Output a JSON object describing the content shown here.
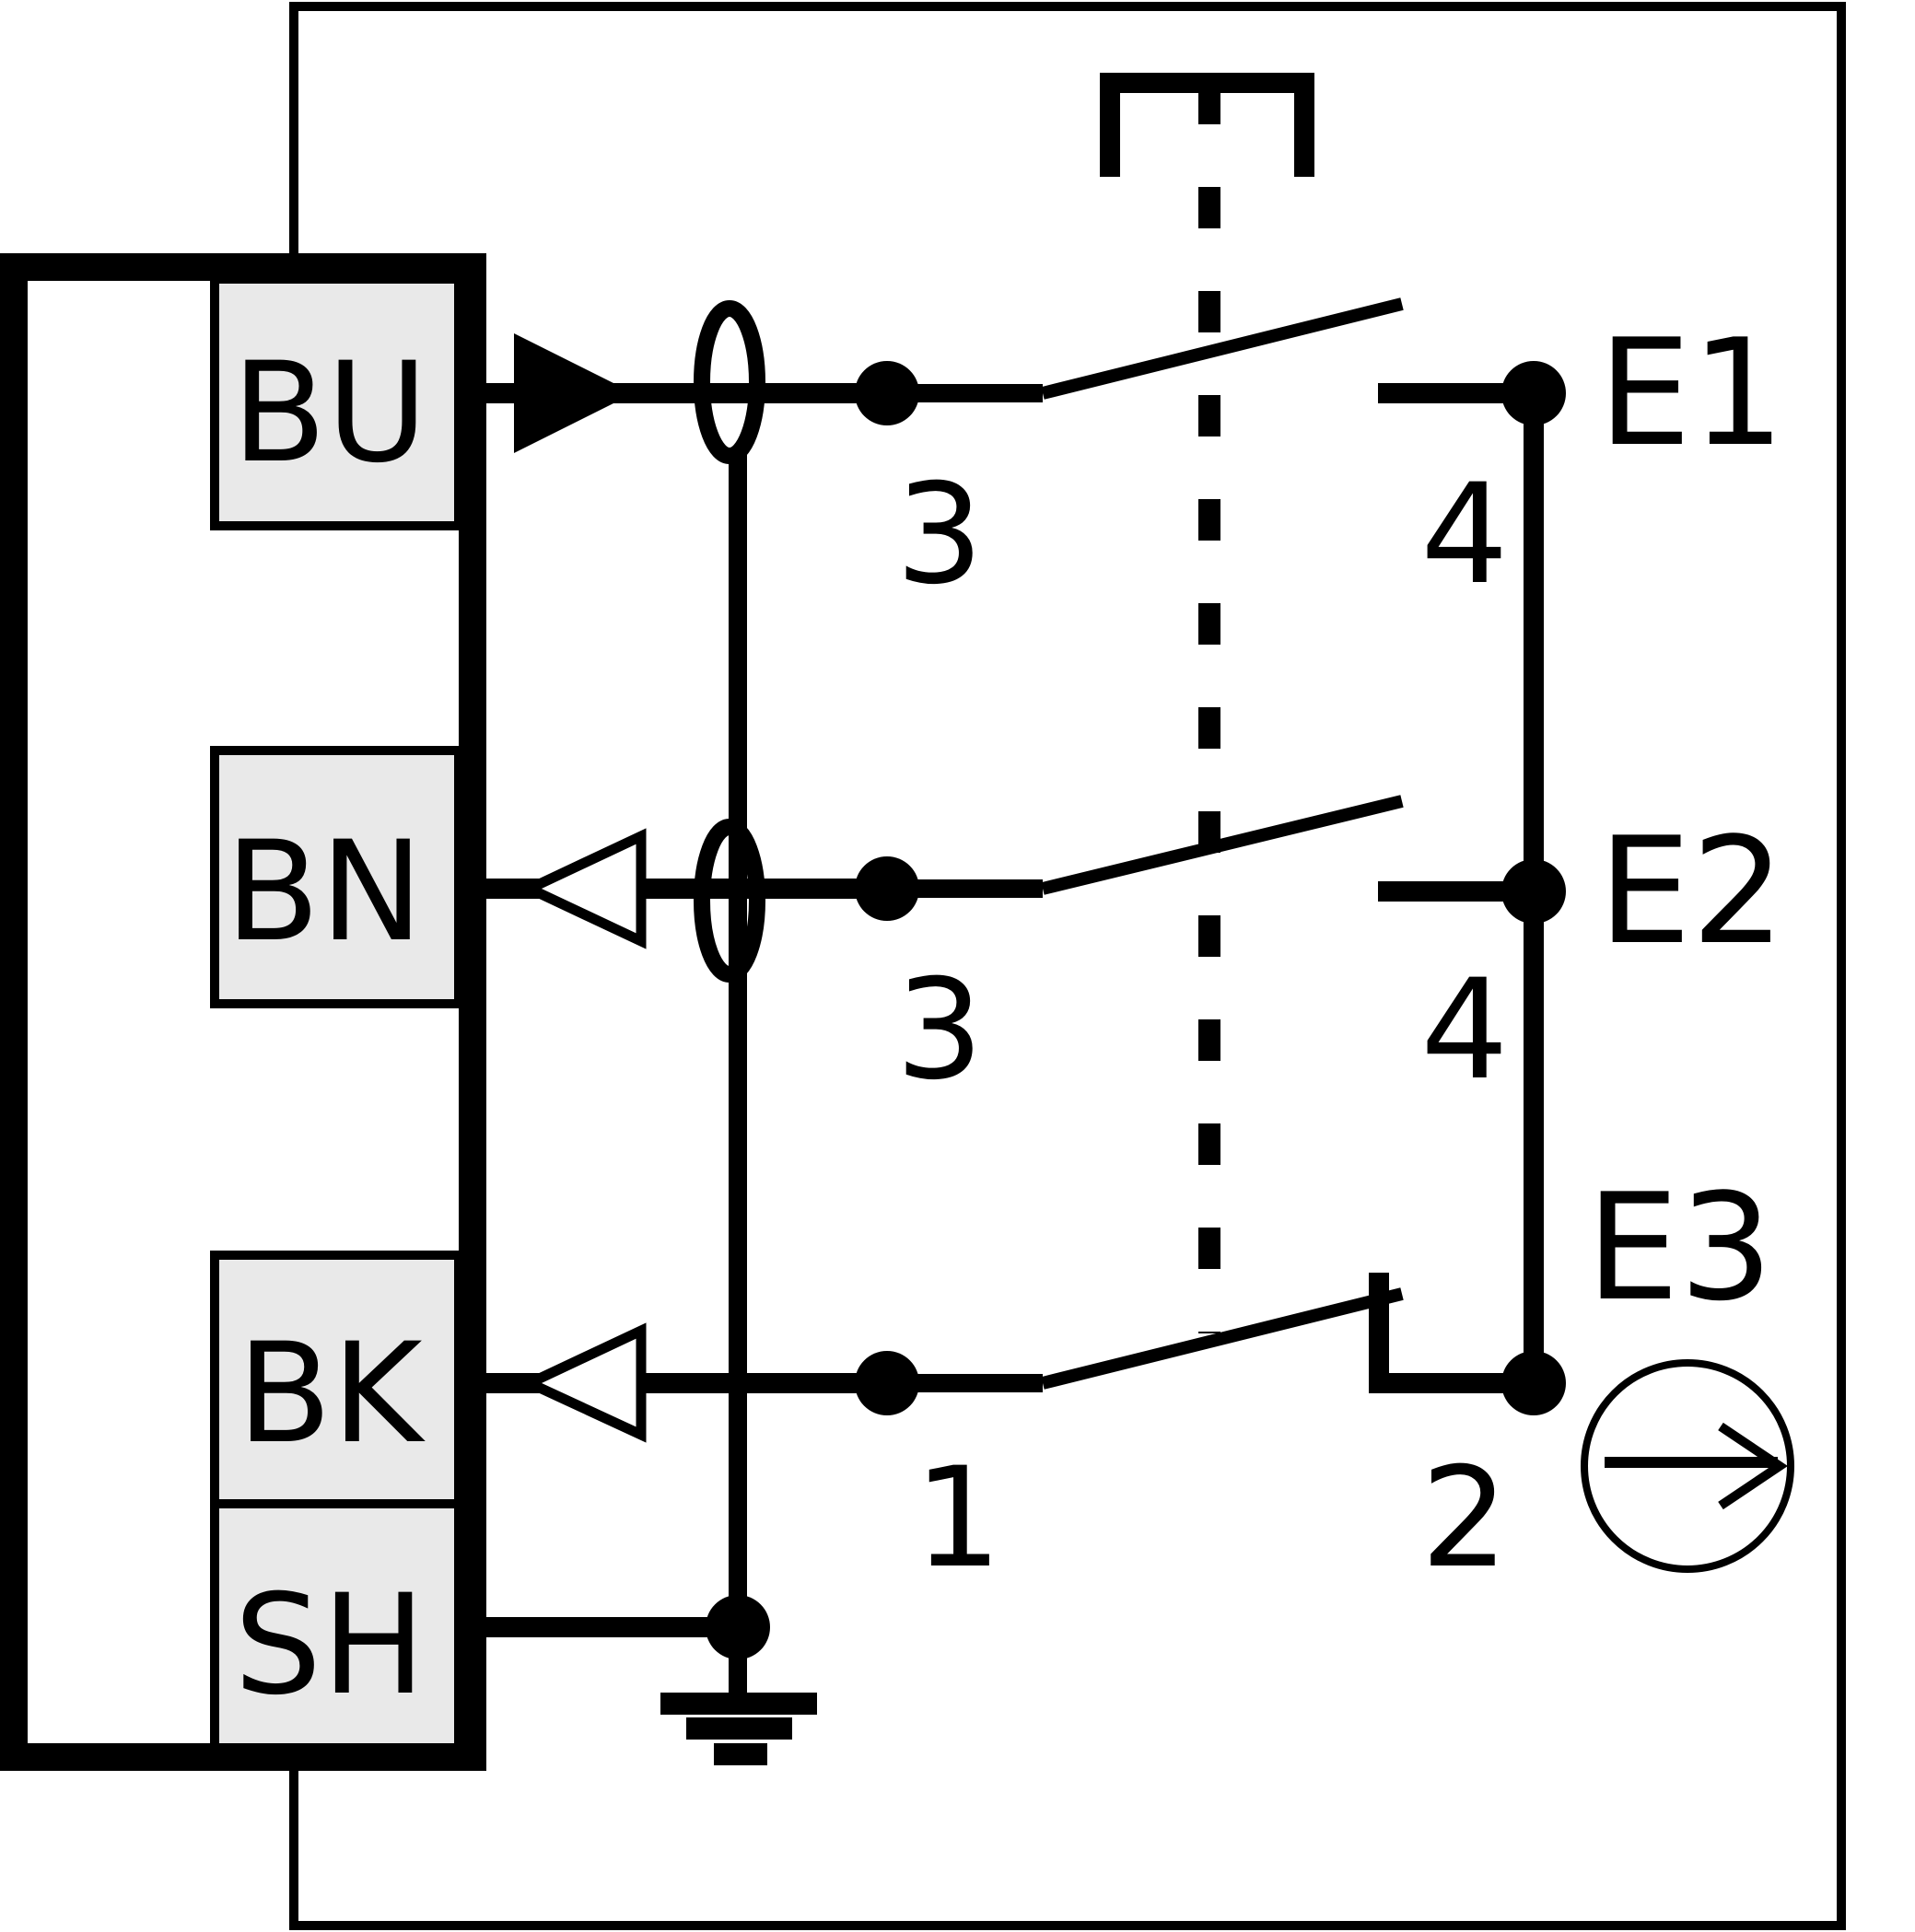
{
  "connector_pins": [
    {
      "label": "BU"
    },
    {
      "label": "BN"
    },
    {
      "label": "BK"
    },
    {
      "label": "SH"
    }
  ],
  "contacts": [
    {
      "left_terminal": "3",
      "right_terminal": "4",
      "node": "E1"
    },
    {
      "left_terminal": "3",
      "right_terminal": "4",
      "node": "E2"
    },
    {
      "left_terminal": "1",
      "right_terminal": "2",
      "node": "E3"
    }
  ]
}
